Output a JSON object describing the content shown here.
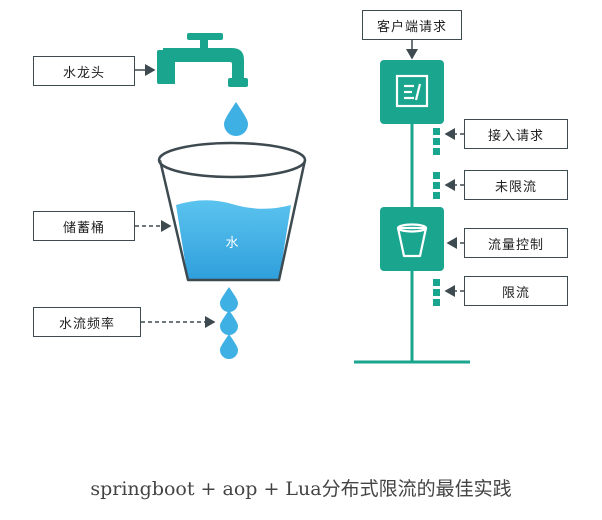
{
  "labels": {
    "faucet": "水龙头",
    "bucket": "储蓄桶",
    "flow_rate": "水流频率",
    "water": "水",
    "client_request": "客户端请求",
    "accept_request": "接入请求",
    "not_limited": "未限流",
    "flow_control": "流量控制",
    "limited": "限流"
  },
  "caption": "springboot + aop + Lua分布式限流的最佳实践",
  "colors": {
    "teal": "#1aa58f",
    "water": "#3fb0e4",
    "box_border": "#3d4a50"
  }
}
